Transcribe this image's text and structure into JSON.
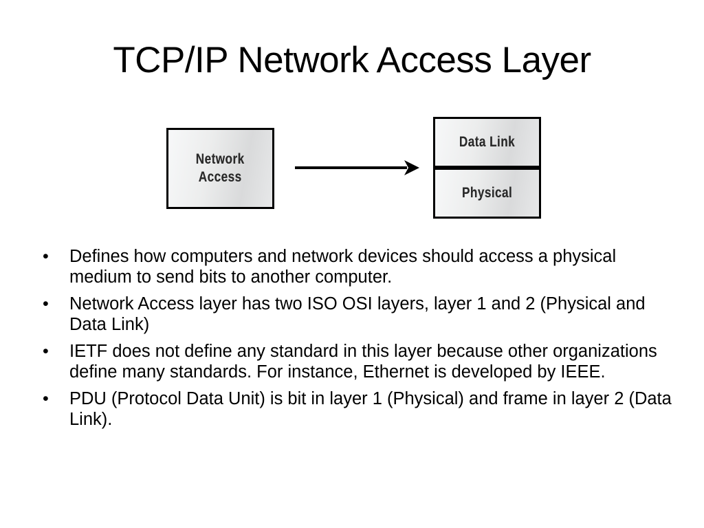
{
  "slide": {
    "title": "TCP/IP Network Access Layer",
    "background_color": "#ffffff",
    "text_color": "#000000"
  },
  "diagram": {
    "type": "mapping-diagram",
    "source_box": {
      "label": "Network\nAccess",
      "label_line_1": "Network",
      "label_line_2": "Access",
      "border_color": "#000000",
      "fill_color": "#e9eaeb"
    },
    "connector": {
      "kind": "arrow",
      "direction": "right",
      "color": "#000000"
    },
    "target_boxes": [
      {
        "label": "Data Link",
        "border_color": "#000000",
        "fill_color": "#e9eaeb"
      },
      {
        "label": "Physical",
        "border_color": "#000000",
        "fill_color": "#e9eaeb"
      }
    ]
  },
  "bullets": {
    "marker": "•",
    "items": [
      "Defines how computers and network devices should access a physical medium to send bits to another computer.",
      "Network Access layer has two ISO OSI layers, layer 1 and 2 (Physical and Data Link)",
      "IETF does not define any standard in this layer because other organizations define many standards. For instance, Ethernet is developed by IEEE.",
      "PDU (Protocol Data Unit) is bit in layer 1 (Physical) and frame in layer 2 (Data Link)."
    ]
  }
}
